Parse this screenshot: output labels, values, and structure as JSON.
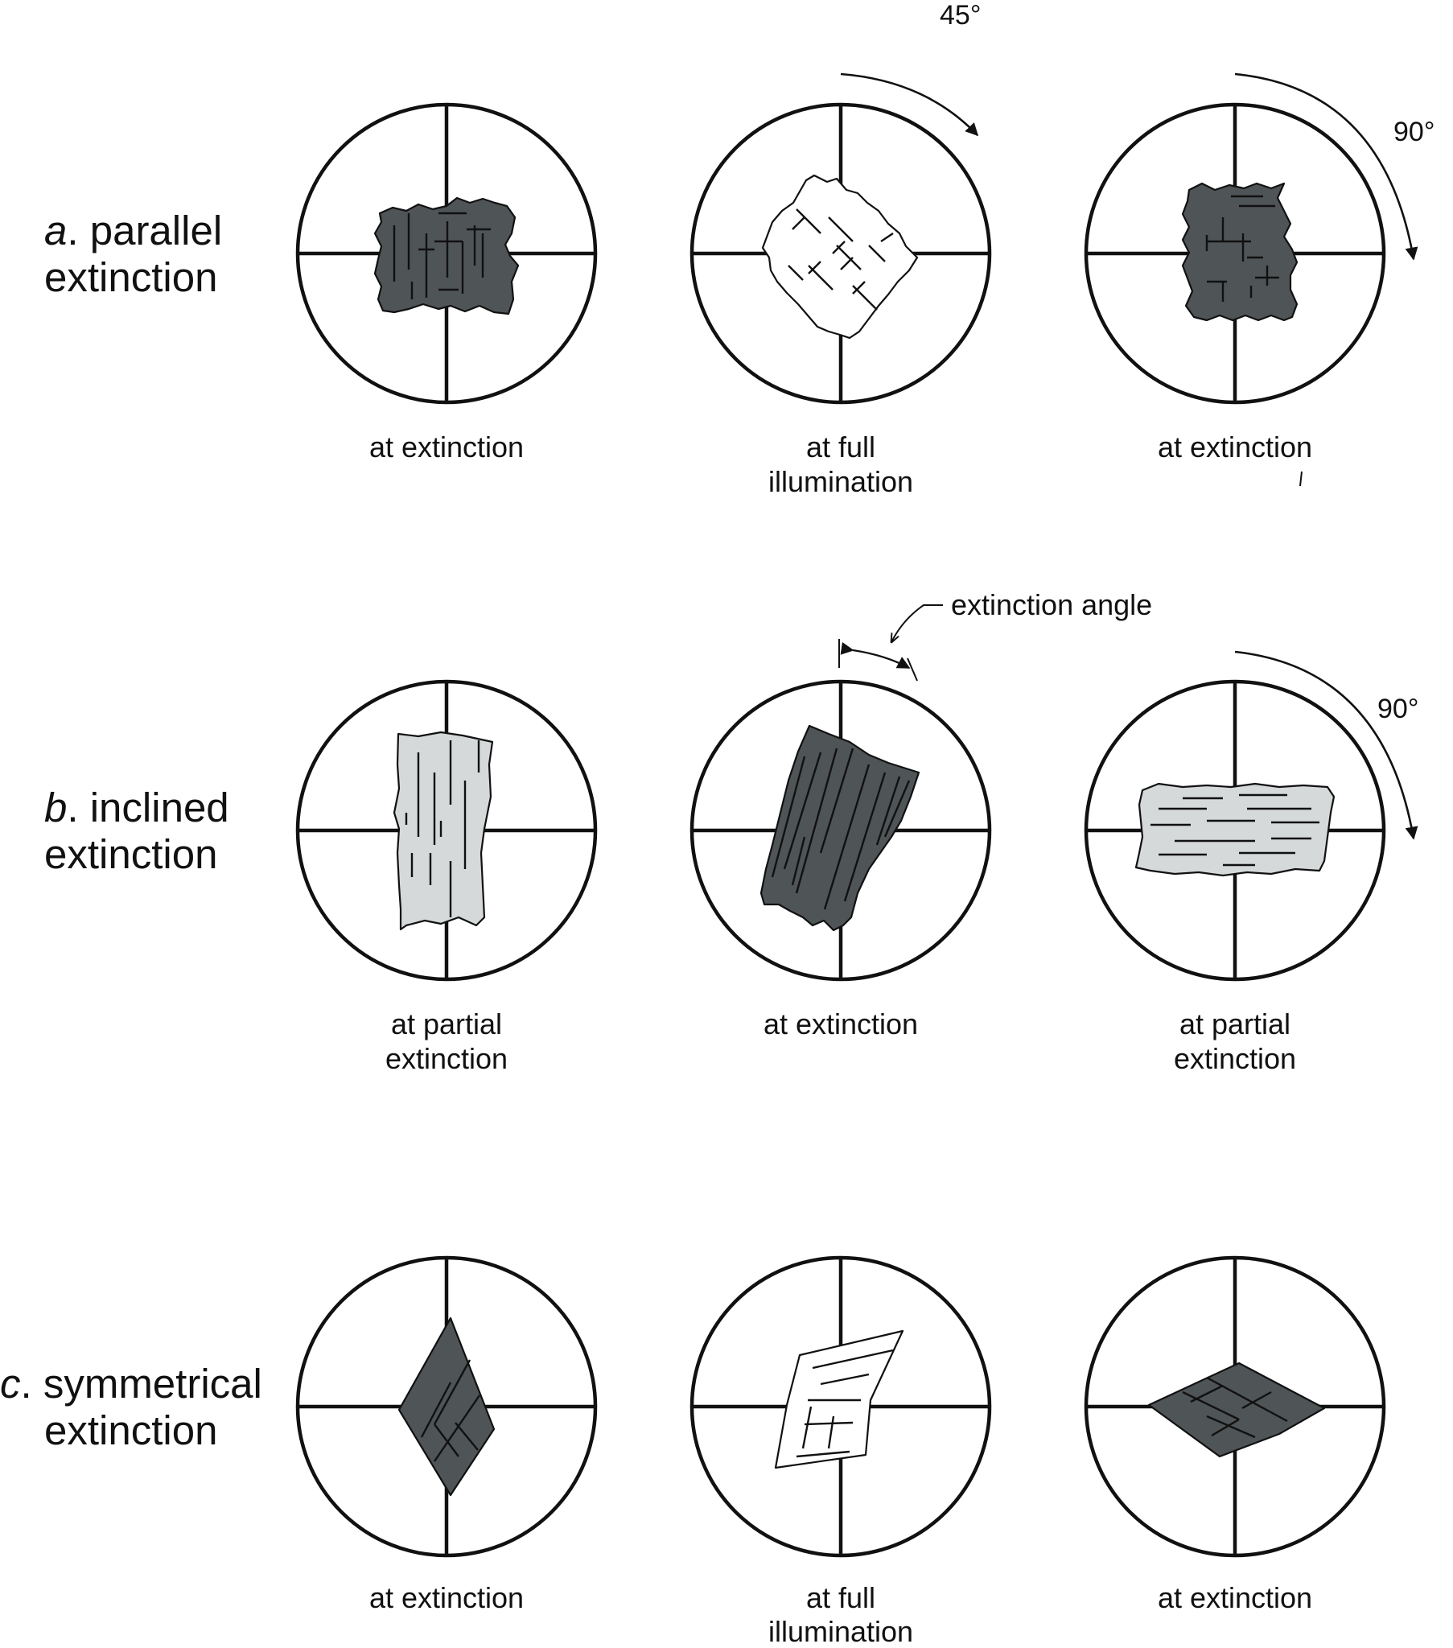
{
  "rows": [
    {
      "prefix": "a",
      "title_line1": "parallel",
      "title_line2": "extinction",
      "panels": [
        {
          "caption_line1": "at extinction",
          "caption_line2": ""
        },
        {
          "caption_line1": "at full",
          "caption_line2": "illumination"
        },
        {
          "caption_line1": "at extinction",
          "caption_line2": ""
        }
      ],
      "rotation_labels": {
        "first": "45°",
        "second": "90°"
      }
    },
    {
      "prefix": "b",
      "title_line1": "inclined",
      "title_line2": "extinction",
      "panels": [
        {
          "caption_line1": "at partial",
          "caption_line2": "extinction"
        },
        {
          "caption_line1": "at extinction",
          "caption_line2": ""
        },
        {
          "caption_line1": "at partial",
          "caption_line2": "extinction"
        }
      ],
      "extinction_angle_label": "extinction angle",
      "rotation_labels": {
        "second": "90°"
      }
    },
    {
      "prefix": "c",
      "title_line1": "symmetrical",
      "title_line2": "extinction",
      "panels": [
        {
          "caption_line1": "at extinction",
          "caption_line2": ""
        },
        {
          "caption_line1": "at full",
          "caption_line2": "illumination"
        },
        {
          "caption_line1": "at extinction",
          "caption_line2": ""
        }
      ]
    }
  ],
  "colors": {
    "dark_crystal": "#4f5456",
    "light_crystal": "#d5d9da",
    "white_crystal": "#ffffff",
    "line": "#111111"
  }
}
